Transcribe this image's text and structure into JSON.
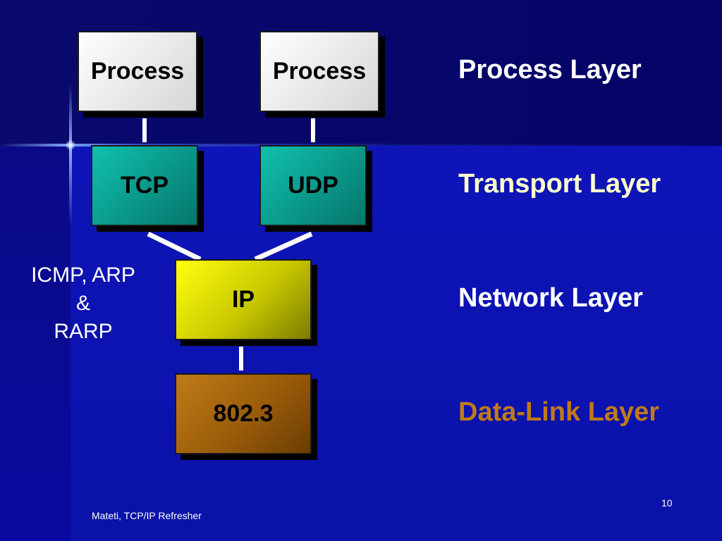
{
  "diagram": {
    "boxes": {
      "process_1": "Process",
      "process_2": "Process",
      "tcp": "TCP",
      "udp": "UDP",
      "ip": "IP",
      "datalink": "802.3"
    },
    "side_note": {
      "line1": "ICMP, ARP",
      "line2": "&",
      "line3": "RARP"
    }
  },
  "layers": {
    "process": {
      "label": "Process Layer",
      "color": "#ffffff"
    },
    "transport": {
      "label": "Transport Layer",
      "color": "#ffffcc"
    },
    "network": {
      "label": "Network Layer",
      "color": "#ffffff"
    },
    "datalink": {
      "label": "Data-Link Layer",
      "color": "#c07a18"
    }
  },
  "footer": {
    "text": "Mateti, TCP/IP Refresher",
    "page_number": "10"
  }
}
